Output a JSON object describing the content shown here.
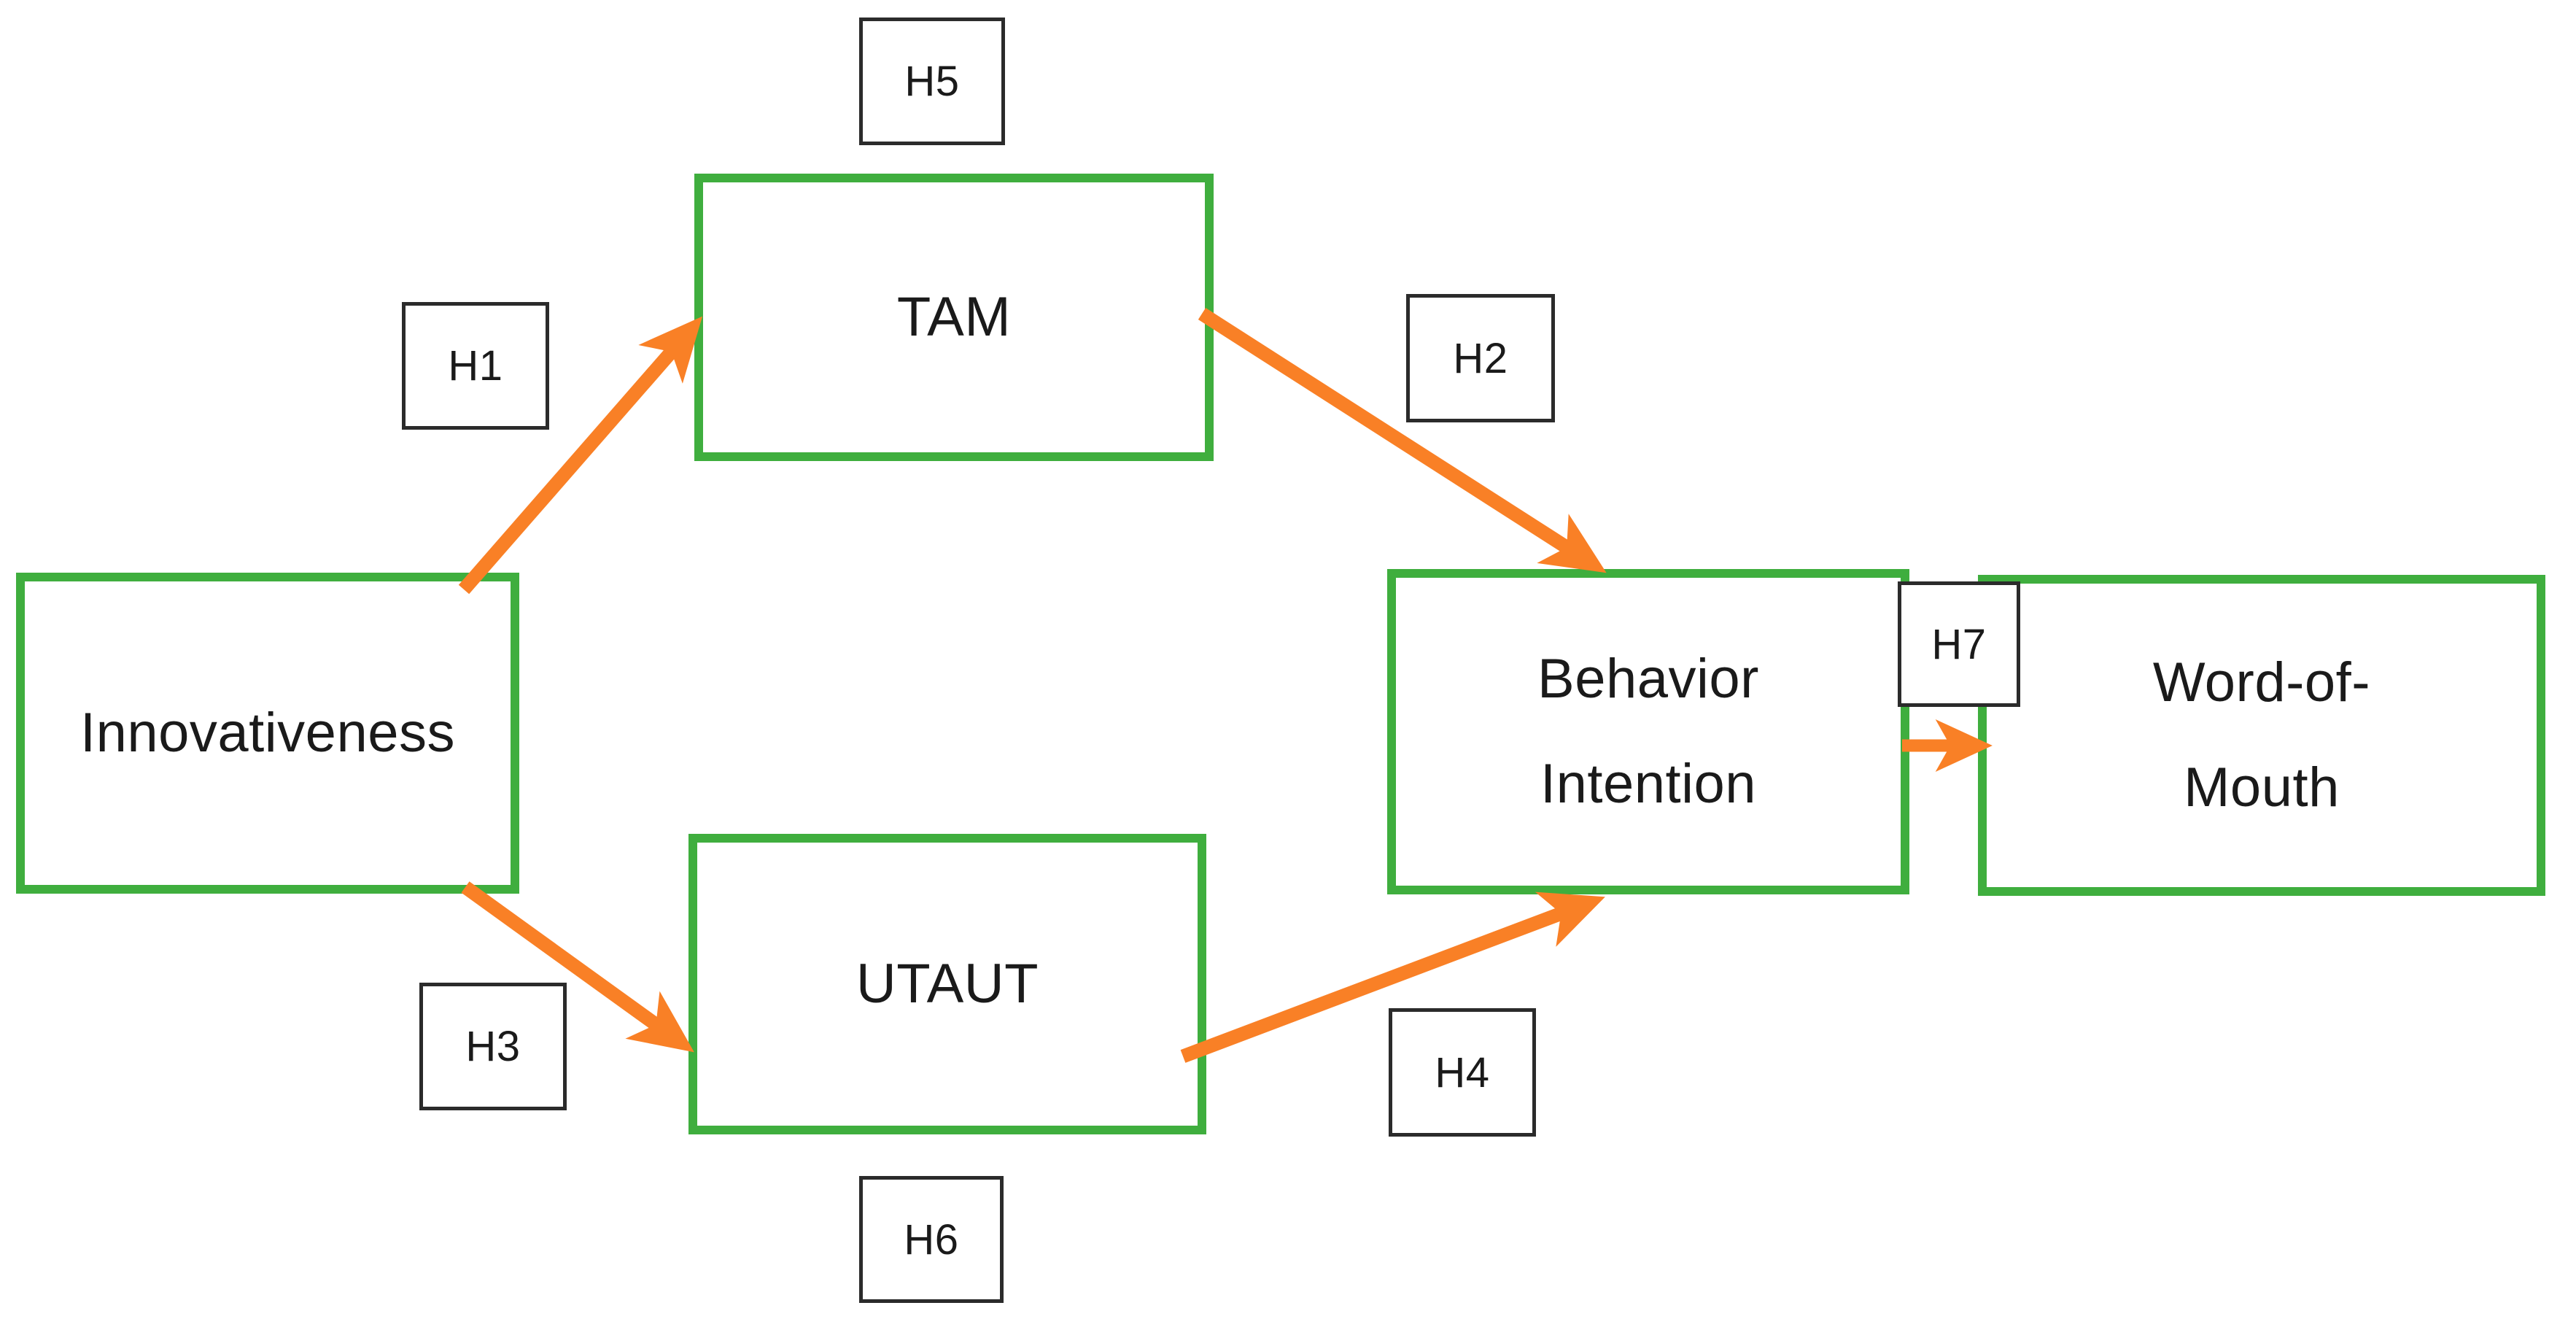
{
  "diagram": {
    "title": "Research model hypotheses diagram",
    "colors": {
      "construct_border": "#3FAE3E",
      "arrow": "#F98026",
      "hypothesis_border": "#2B2B2B",
      "background": "#FFFFFF",
      "text": "#1A1A1A"
    },
    "constructs": [
      {
        "id": "innovativeness",
        "label": "Innovativeness"
      },
      {
        "id": "tam",
        "label": "TAM"
      },
      {
        "id": "utaut",
        "label": "UTAUT"
      },
      {
        "id": "behavior_intention",
        "label": "Behavior\nIntention"
      },
      {
        "id": "word_of_mouth",
        "label": "Word-of-\nMouth"
      }
    ],
    "hypotheses": [
      {
        "id": "h1",
        "label": "H1",
        "from": "innovativeness",
        "to": "tam"
      },
      {
        "id": "h2",
        "label": "H2",
        "from": "tam",
        "to": "behavior_intention"
      },
      {
        "id": "h3",
        "label": "H3",
        "from": "innovativeness",
        "to": "utaut"
      },
      {
        "id": "h4",
        "label": "H4",
        "from": "utaut",
        "to": "behavior_intention"
      },
      {
        "id": "h5",
        "label": "H5",
        "from": "",
        "to": "tam"
      },
      {
        "id": "h6",
        "label": "H6",
        "from": "",
        "to": "utaut"
      },
      {
        "id": "h7",
        "label": "H7",
        "from": "behavior_intention",
        "to": "word_of_mouth"
      }
    ]
  }
}
